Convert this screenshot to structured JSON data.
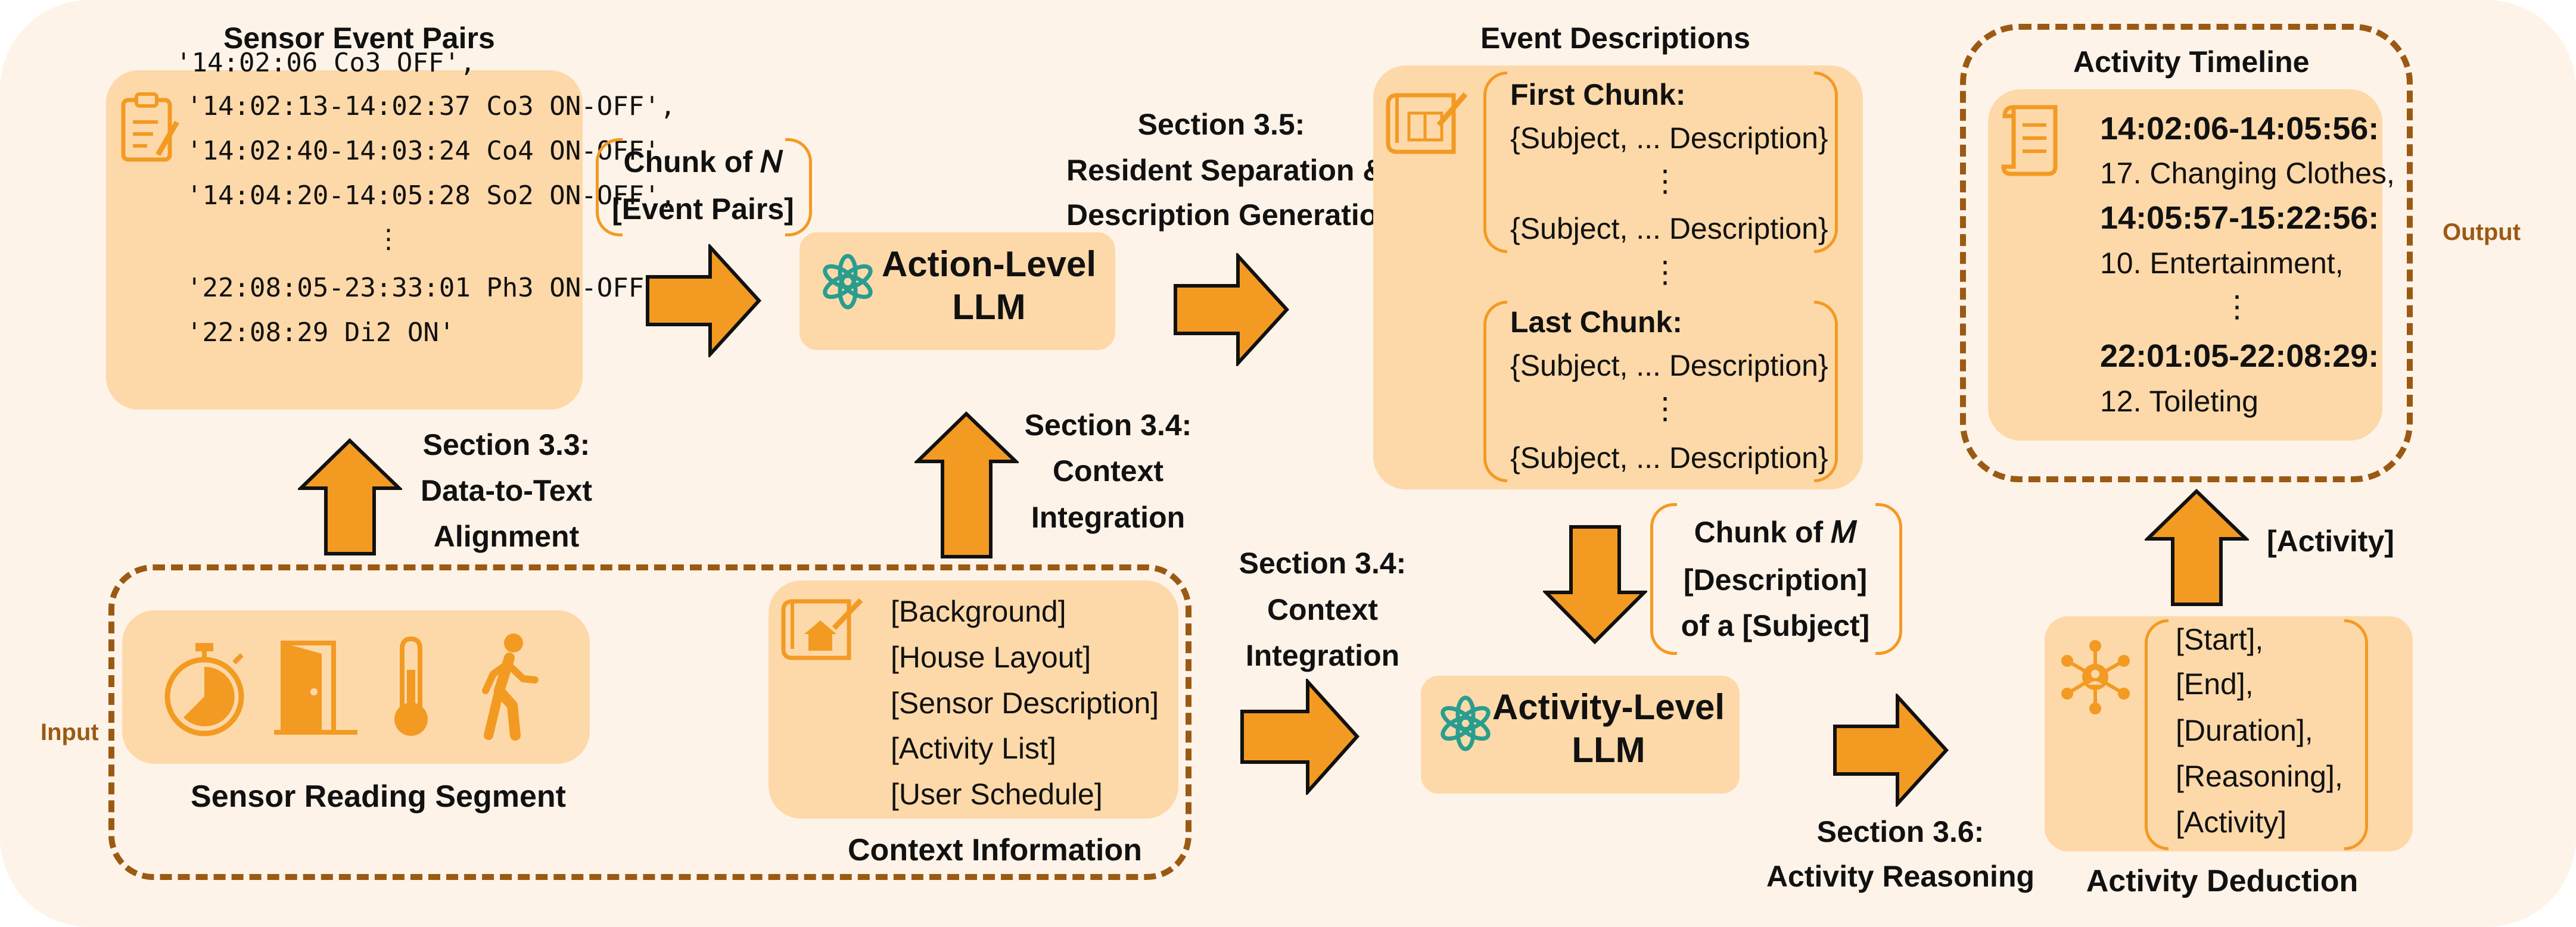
{
  "diagram": {
    "sensor_event_pairs": {
      "title": "Sensor Event Pairs",
      "lines": [
        "'14:02:06 Co3 OFF',",
        "'14:02:13-14:02:37 Co3 ON-OFF',",
        "'14:02:40-14:03:24 Co4 ON-OFF',",
        "'14:04:20-14:05:28 So2 ON-OFF',",
        "⋮",
        "'22:08:05-23:33:01 Ph3 ON-OFF',",
        "'22:08:29 Di2 ON'"
      ]
    },
    "chunk_n": {
      "line1": "Chunk of 𝑁",
      "line2": "[Event Pairs]"
    },
    "action_llm": {
      "line1": "Action-Level",
      "line2": "LLM"
    },
    "section_3_5": {
      "line1": "Section 3.5:",
      "line2": "Resident Separation &",
      "line3": "Description Generation"
    },
    "event_descriptions": {
      "title": "Event Descriptions",
      "first_chunk_label": "First Chunk:",
      "first_chunk_lines": [
        "{Subject, ... Description}",
        "⋮",
        "{Subject, ... Description}"
      ],
      "middle_dots": "⋮",
      "last_chunk_label": "Last Chunk:",
      "last_chunk_lines": [
        "{Subject, ... Description}",
        "⋮",
        "{Subject, ... Description}"
      ]
    },
    "activity_timeline": {
      "title": "Activity Timeline",
      "entries": [
        {
          "time": "14:02:06-14:05:56:",
          "activity": "17. Changing Clothes,"
        },
        {
          "time": "14:05:57-15:22:56:",
          "activity": "10. Entertainment,"
        },
        {
          "time": "⋮",
          "activity": ""
        },
        {
          "time": "22:01:05-22:08:29:",
          "activity": "12. Toileting"
        }
      ]
    },
    "output_label": "Output",
    "input_label": "Input",
    "section_3_3": {
      "line1": "Section 3.3:",
      "line2": "Data-to-Text",
      "line3": "Alignment"
    },
    "section_3_4_a": {
      "line1": "Section 3.4:",
      "line2": "Context",
      "line3": "Integration"
    },
    "section_3_4_b": {
      "line1": "Section 3.4:",
      "line2": "Context",
      "line3": "Integration"
    },
    "sensor_reading_segment": "Sensor Reading Segment",
    "context_information": {
      "title": "Context Information",
      "items": [
        "[Background]",
        "[House Layout]",
        "[Sensor Description]",
        "[Activity List]",
        "[User Schedule]"
      ]
    },
    "chunk_m": {
      "line1": "Chunk of 𝑀",
      "line2": "[Description]",
      "line3": "of a [Subject]"
    },
    "activity_llm": {
      "line1": "Activity-Level",
      "line2": "LLM"
    },
    "section_3_6": {
      "line1": "Section 3.6:",
      "line2": "Activity Reasoning"
    },
    "activity_deduction": {
      "title": "Activity Deduction",
      "items": [
        "[Start],",
        "[End],",
        "[Duration],",
        "[Reasoning],",
        "[Activity]"
      ]
    },
    "activity_label": "[Activity]",
    "colors": {
      "accent": "#f39a23",
      "box_fill": "#fdd9a9",
      "background": "#fef3e8",
      "dash": "#9a5a14",
      "llm_icon": "#2a9d8f"
    },
    "icons": [
      "clipboard-icon",
      "openai-icon",
      "blueprint-icon",
      "scroll-icon",
      "stopwatch-icon",
      "door-icon",
      "thermometer-icon",
      "walking-person-icon",
      "house-plan-icon",
      "network-icon"
    ]
  }
}
